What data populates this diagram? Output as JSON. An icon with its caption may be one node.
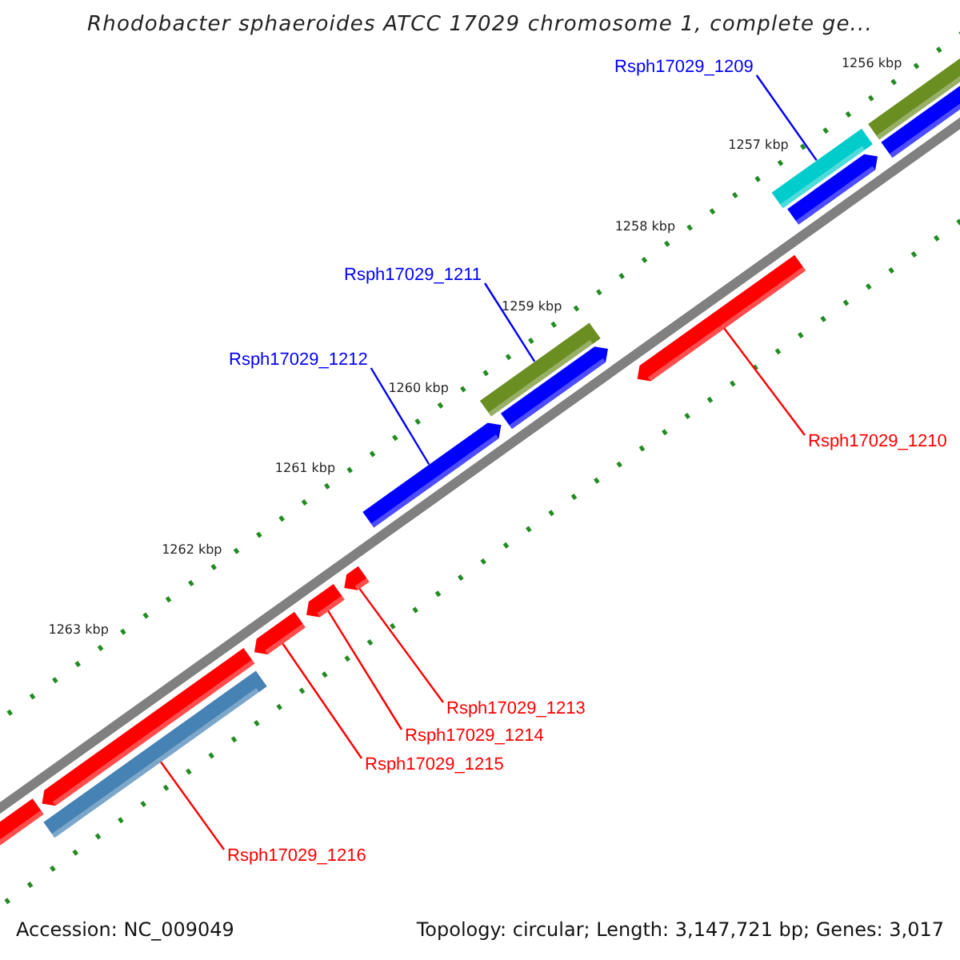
{
  "diagram": {
    "title": "Rhodobacter sphaeroides ATCC 17029 chromosome 1, complete ge...",
    "nodes": [
      {
        "text": [
          "Rsph17029_1209"
        ]
      },
      {
        "text": [],
        "shape": "bar"
      },
      {
        "text": [],
        "shape": "bar"
      },
      {
        "text": [],
        "shape": "bar"
      },
      {
        "text": [],
        "shape": "bar"
      },
      {
        "text": [
          "Rsph17029_1211"
        ]
      },
      {
        "text": [],
        "shape": "bar"
      },
      {
        "text": [
          "Rsph17029_1212"
        ]
      },
      {
        "text": [],
        "shape": "bar"
      },
      {
        "text": [],
        "shape": "bar"
      },
      {
        "text": [],
        "shape": "bar"
      },
      {
        "text": [
          "Rsph17029_1210"
        ]
      },
      {
        "text": [],
        "shape": "bar"
      },
      {
        "text": [],
        "shape": "bar"
      },
      {
        "text": [],
        "shape": "bar"
      },
      {
        "text": [],
        "shape": "bar"
      },
      {
        "text": [],
        "shape": "bar"
      },
      {
        "text": [],
        "shape": "bar"
      },
      {
        "text": [
          "Rsph17029_1213"
        ]
      },
      {
        "text": [
          "Rsph17029_1214"
        ]
      },
      {
        "text": [
          "Rsph17029_1215"
        ]
      },
      {
        "text": [
          "Rsph17029_1216"
        ]
      }
    ],
    "edges": [
      {
        "from": 0,
        "to": 3,
        "arrow": "none",
        "color": "#0000ff"
      },
      {
        "from": 5,
        "to": 6,
        "arrow": "none",
        "color": "#0000ff"
      },
      {
        "from": 7,
        "to": 10,
        "arrow": "none",
        "color": "#0000ff"
      },
      {
        "from": 11,
        "to": 9,
        "arrow": "none"
      },
      {
        "from": 18,
        "to": 12,
        "arrow": "none"
      },
      {
        "from": 19,
        "to": 13,
        "arrow": "none"
      },
      {
        "from": 20,
        "to": 14,
        "arrow": "none"
      },
      {
        "from": 21,
        "to": 16,
        "arrow": "none"
      }
    ],
    "labels": [
      "1256 kbp",
      "1257 kbp",
      "1258 kbp",
      "1259 kbp",
      "1260 kbp",
      "1261 kbp",
      "1262 kbp",
      "1263 kbp",
      "Accession: NC_009049",
      "Topology: circular; Length: 3,147,721 bp; Genes: 3,017"
    ]
  }
}
